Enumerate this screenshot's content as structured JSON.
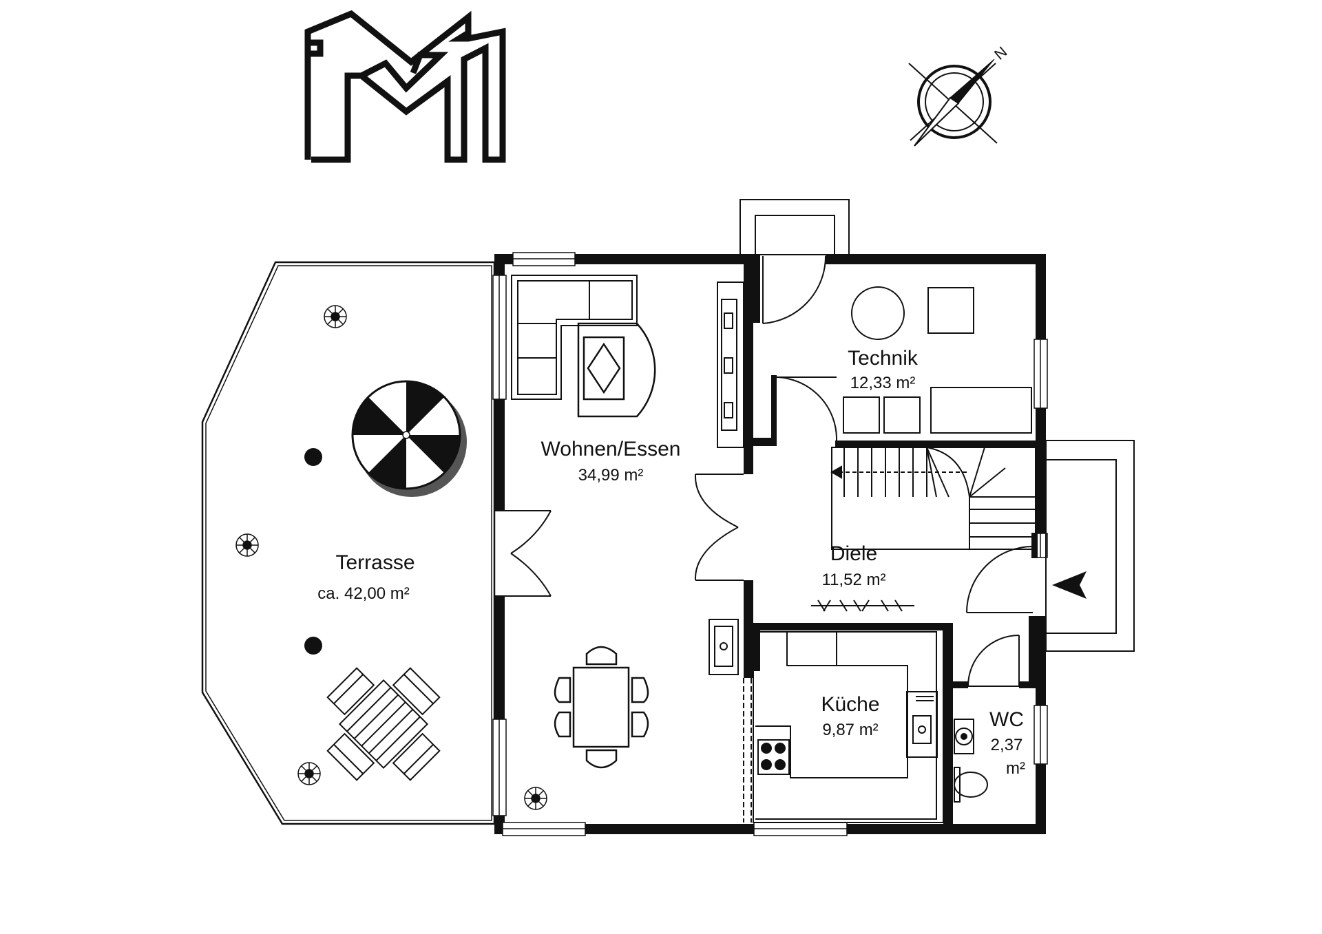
{
  "rooms": {
    "terrasse": {
      "name": "Terrasse",
      "area": "ca. 42,00 m²"
    },
    "wohnen": {
      "name": "Wohnen/Essen",
      "area": "34,99 m²"
    },
    "technik": {
      "name": "Technik",
      "area": "12,33 m²"
    },
    "diele": {
      "name": "Diele",
      "area": "11,52 m²"
    },
    "kueche": {
      "name": "Küche",
      "area": "9,87 m²"
    },
    "wc": {
      "name": "WC",
      "area_num": "2,37",
      "area_unit": "m²"
    }
  },
  "compass": {
    "north_label": "N"
  },
  "colors": {
    "wall": "#111111",
    "line": "#222222",
    "background": "#ffffff"
  },
  "logo": {
    "monogram": "M"
  }
}
